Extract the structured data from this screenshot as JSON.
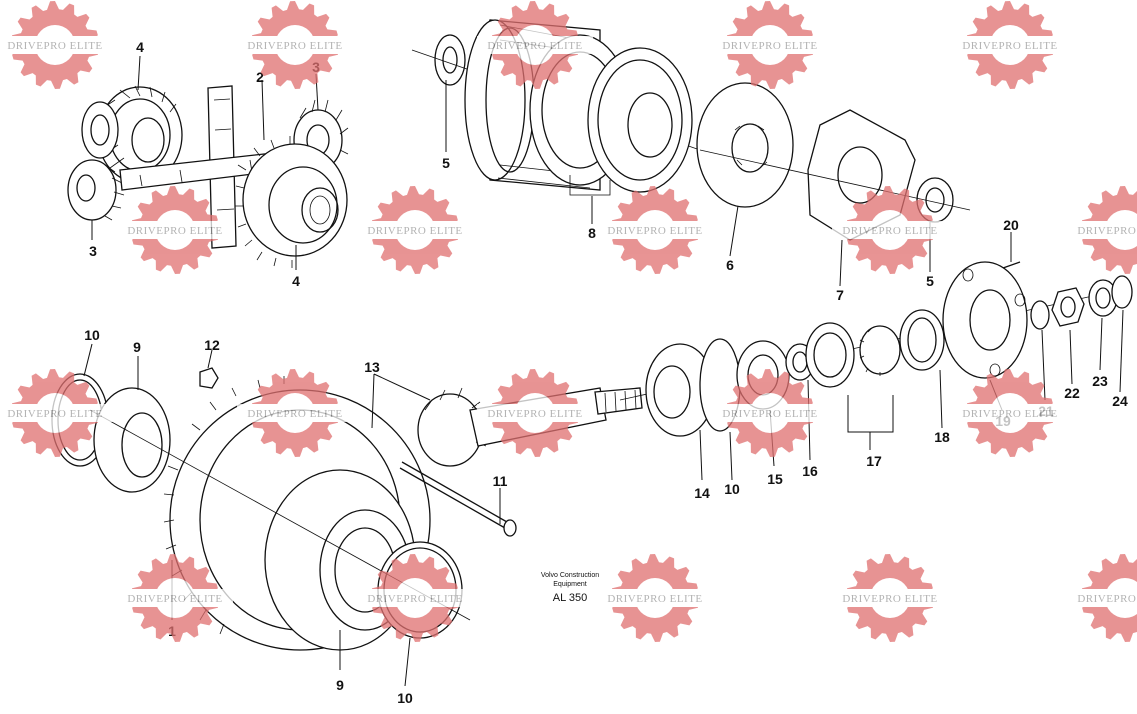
{
  "watermark": {
    "text": "DRIVEPRO ELITE",
    "color": "#e07070"
  },
  "diagram": {
    "caption_line1": "Volvo Construction",
    "caption_line2": "Equipment",
    "caption_code": "AL 350",
    "part_labels": [
      "4",
      "2",
      "3",
      "3",
      "4",
      "5",
      "8",
      "6",
      "7",
      "5",
      "20",
      "10",
      "9",
      "12",
      "13",
      "11",
      "1",
      "9",
      "10",
      "14",
      "10",
      "15",
      "16",
      "17",
      "18",
      "19",
      "21",
      "22",
      "23",
      "24"
    ]
  }
}
